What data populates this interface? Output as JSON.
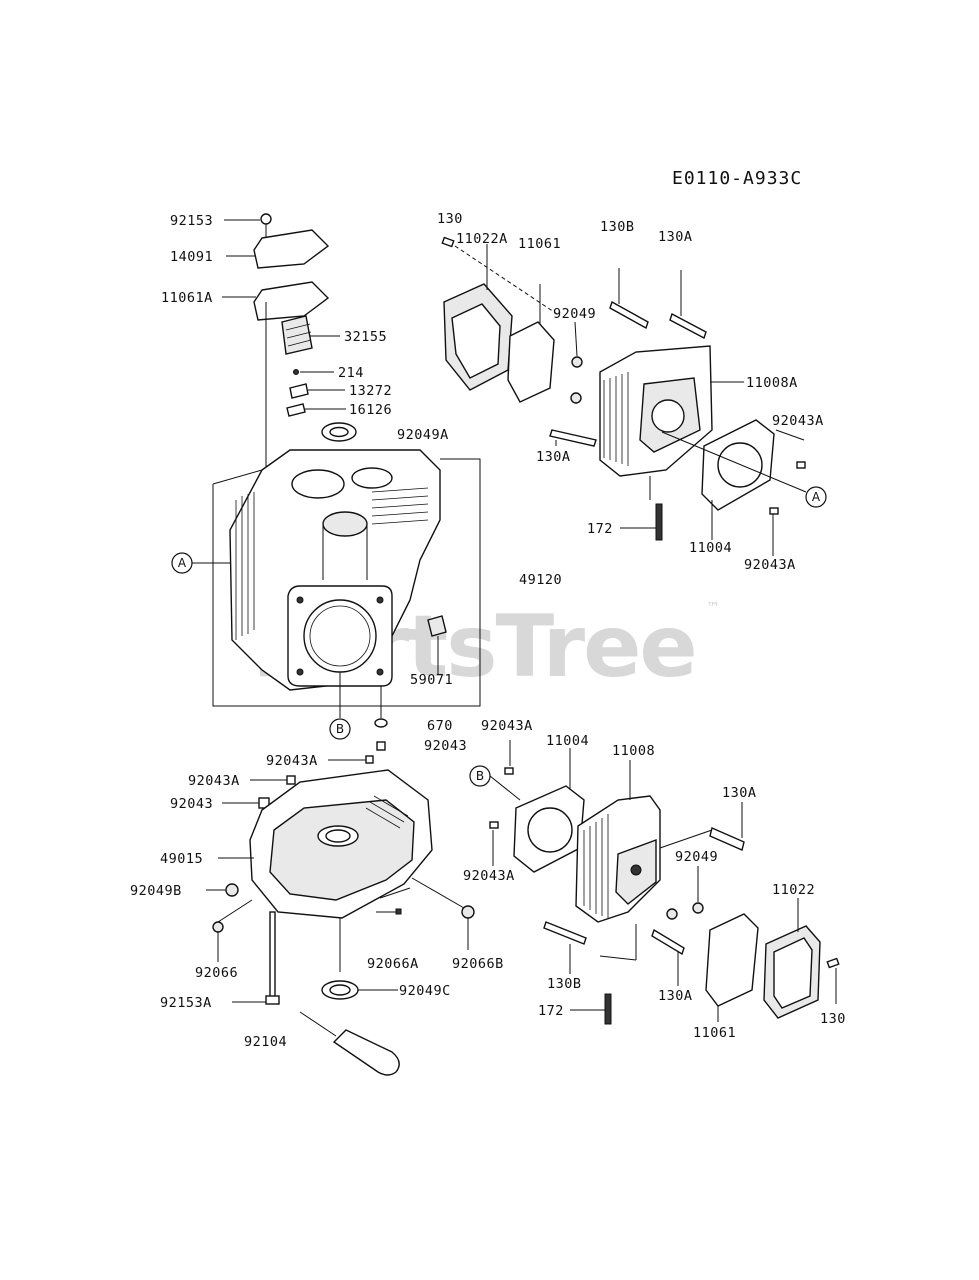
{
  "diagram_code": "E0110-A933C",
  "watermark": "PartsTree",
  "trademark": "™",
  "callouts": [
    "A",
    "B"
  ],
  "labels": [
    "92153",
    "14091",
    "11061A",
    "32155",
    "214",
    "13272",
    "16126",
    "92049A",
    "49120",
    "59071",
    "670",
    "92043",
    "130",
    "11022A",
    "11061",
    "130B",
    "130A",
    "92049",
    "11008A",
    "130A",
    "92043A",
    "172",
    "11004",
    "92043A",
    "92043A",
    "92043A",
    "92043",
    "49015",
    "92049B",
    "92066",
    "92153A",
    "92104",
    "92066A",
    "92066B",
    "92049C",
    "92043A",
    "11004",
    "11008",
    "130A",
    "92049",
    "92043A",
    "11022",
    "130B",
    "172",
    "130A",
    "11061",
    "130"
  ]
}
